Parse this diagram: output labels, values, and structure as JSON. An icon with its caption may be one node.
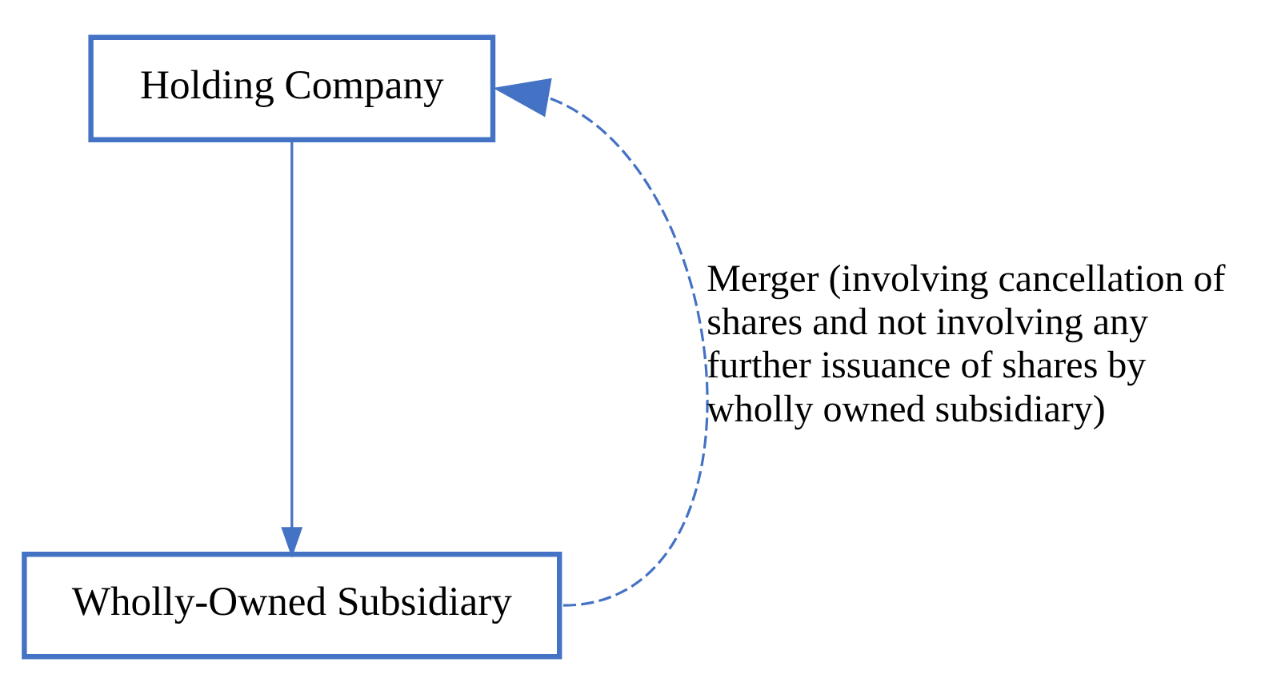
{
  "diagram": {
    "nodes": [
      {
        "text": [
          "Holding Company"
        ]
      },
      {
        "text": [
          "Wholly-Owned Subsidiary"
        ]
      }
    ],
    "edges": [
      {
        "from": 0,
        "to": 1,
        "arrow": "to"
      },
      {
        "from": 1,
        "to": 0,
        "arrow": "to",
        "style": "dashed",
        "label": "Merger (involving cancellation of shares and not involving any further issuance of shares by wholly owned subsidiary)"
      }
    ]
  }
}
